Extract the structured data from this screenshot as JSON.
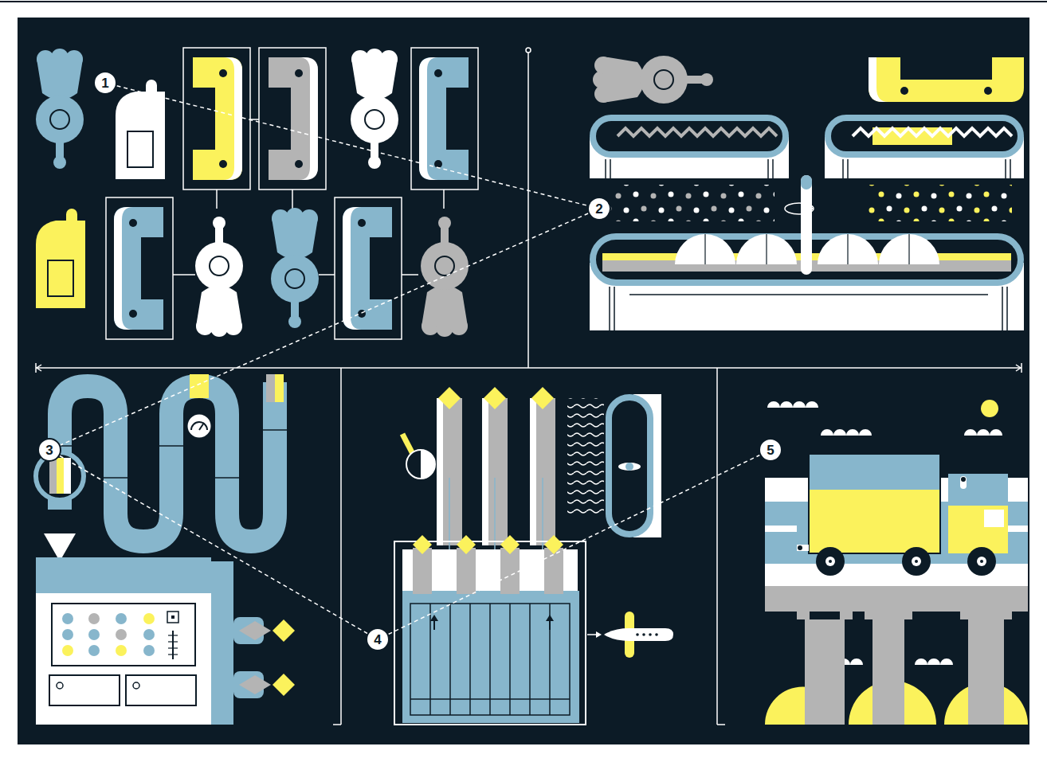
{
  "diagram": {
    "nodes": [
      {
        "text": [
          "1"
        ]
      },
      {
        "text": [
          "2"
        ]
      },
      {
        "text": [
          "3"
        ]
      },
      {
        "text": [
          "4"
        ]
      },
      {
        "text": [
          "5"
        ]
      }
    ],
    "edges": [
      {
        "from": 0,
        "to": 1,
        "arrow": "none"
      },
      {
        "from": 1,
        "to": 2,
        "arrow": "none"
      },
      {
        "from": 2,
        "to": 3,
        "arrow": "none"
      },
      {
        "from": 3,
        "to": 4,
        "arrow": "none"
      }
    ]
  }
}
